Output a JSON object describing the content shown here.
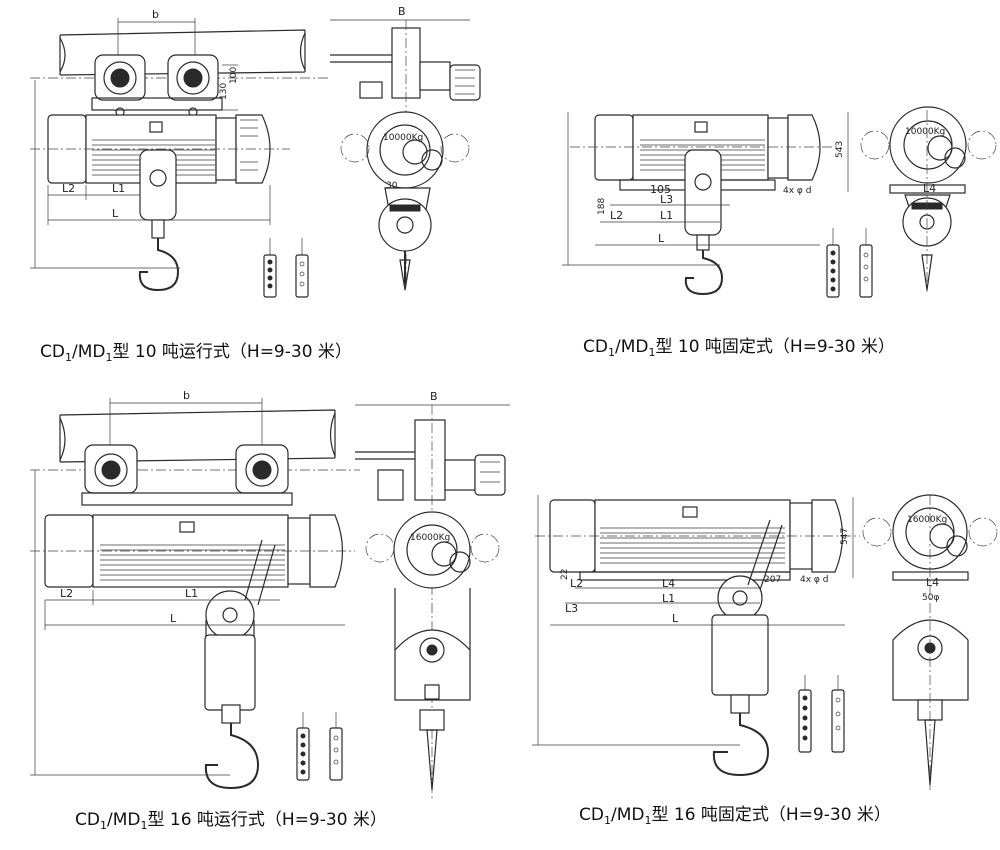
{
  "panels": [
    {
      "caption_pre": "CD",
      "caption_sub1": "1",
      "caption_mid": "/MD",
      "caption_sub2": "1",
      "caption_post": "型 10 吨运行式（H=9-30 米）",
      "dims": {
        "b": "b",
        "B": "B",
        "L": "L",
        "L1": "L1",
        "L2": "L2",
        "d130": "130",
        "d100": "100",
        "d30": "30"
      },
      "nameplate": "10000Kg"
    },
    {
      "caption_pre": "CD",
      "caption_sub1": "1",
      "caption_mid": "/MD",
      "caption_sub2": "1",
      "caption_post": "型 10 吨固定式（H=9-30 米）",
      "dims": {
        "L": "L",
        "L1": "L1",
        "L2": "L2",
        "L3": "L3",
        "L4": "L4",
        "d105": "105",
        "d543": "543",
        "d4xd": "4x φ d",
        "d188": "188"
      },
      "nameplate": "10000Kg"
    },
    {
      "caption_pre": "CD",
      "caption_sub1": "1",
      "caption_mid": "/MD",
      "caption_sub2": "1",
      "caption_post": "型 16 吨运行式（H=9-30 米）",
      "dims": {
        "b": "b",
        "B": "B",
        "L": "L",
        "L1": "L1",
        "L2": "L2"
      },
      "nameplate": "16000Kg"
    },
    {
      "caption_pre": "CD",
      "caption_sub1": "1",
      "caption_mid": "/MD",
      "caption_sub2": "1",
      "caption_post": "型 16 吨固定式（H=9-30 米）",
      "dims": {
        "L": "L",
        "L1": "L1",
        "L2": "L2",
        "L3": "L3",
        "L4": "L4",
        "d547": "547",
        "d4xd": "4x φ d",
        "d50": "50φ",
        "d22": "22",
        "d207": "207"
      },
      "nameplate": "16000Kg"
    }
  ]
}
